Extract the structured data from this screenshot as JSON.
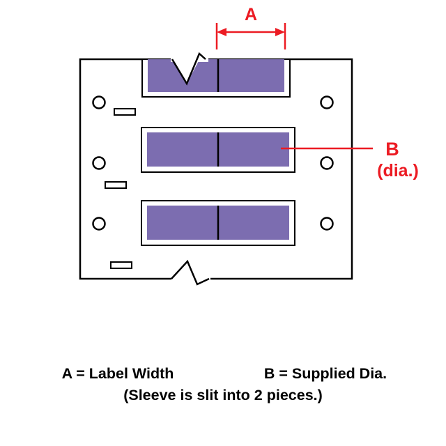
{
  "colors": {
    "sleeve": "#7c6db0",
    "accent": "#ec1b23",
    "ink": "#000000",
    "background": "#ffffff"
  },
  "diagram": {
    "dimension_a_label": "A",
    "dimension_b_label": "B",
    "dimension_b_sub_label": "(dia.)"
  },
  "legend": {
    "a_definition": "A = Label Width",
    "b_definition": "B = Supplied Dia.",
    "note": "(Sleeve is slit into 2 pieces.)"
  }
}
